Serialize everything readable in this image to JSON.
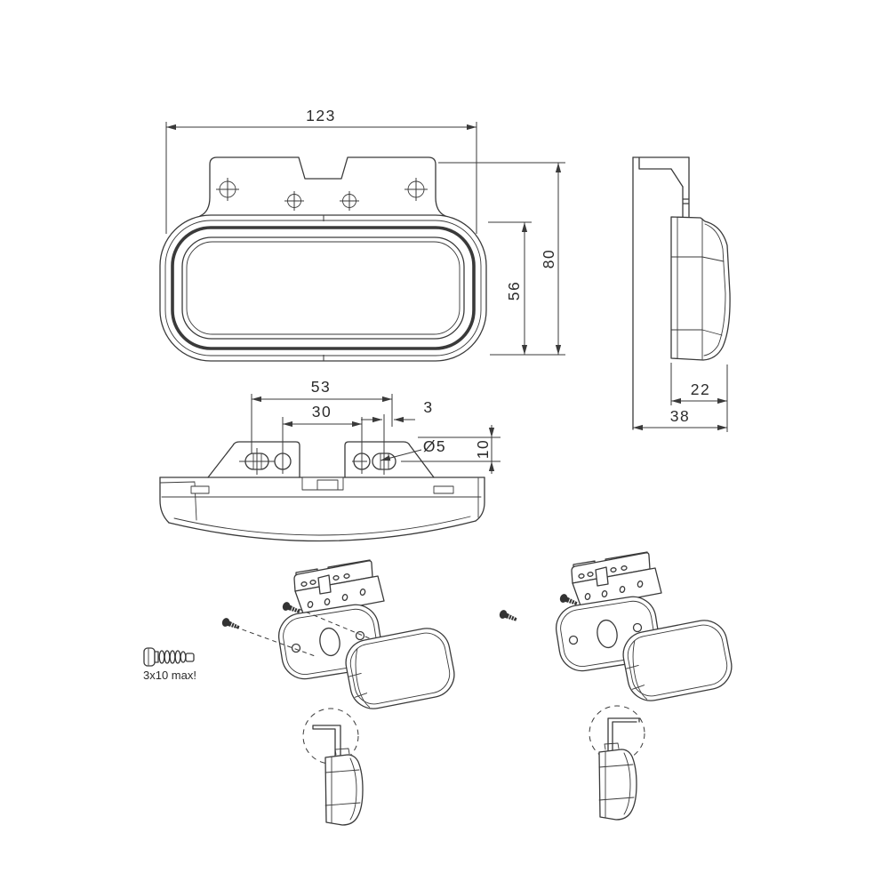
{
  "page": {
    "background": "#ffffff",
    "line_color": "#3a3a3a",
    "text_color": "#2b2b2b"
  },
  "views": {
    "front": {
      "dim_width": "123",
      "dim_height": "80",
      "dim_lens_height": "56"
    },
    "side": {
      "dim_lamp_depth": "22",
      "dim_total_depth": "38"
    },
    "top": {
      "dim_outer_hole_span": "53",
      "dim_inner_hole_span": "30",
      "dim_slot_play": "3",
      "dim_hole_diameter": "Ø5",
      "dim_hole_offset": "10"
    },
    "exploded": {
      "screw_note": "3x10 max!"
    }
  }
}
